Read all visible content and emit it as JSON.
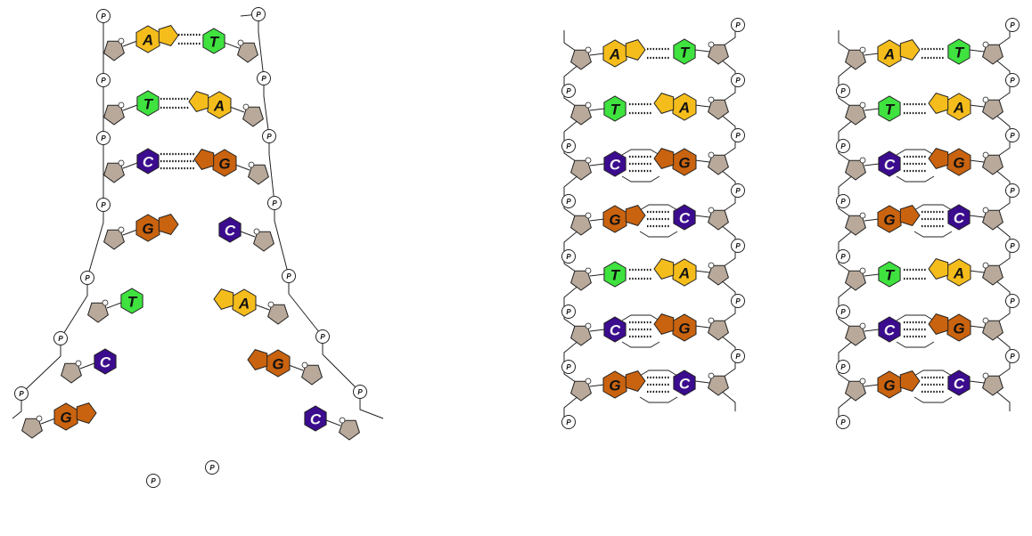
{
  "phosphate_label": "P",
  "colors": {
    "A": "#f5bd1c",
    "T": "#3fe23f",
    "G": "#c9630f",
    "C": "#3b0c8e",
    "sugar": "#b8a99b",
    "stroke": "#222222"
  },
  "diagrams": [
    {
      "name": "replication-fork",
      "pairs": [
        {
          "left": "A",
          "right": "T"
        },
        {
          "left": "T",
          "right": "A"
        },
        {
          "left": "C",
          "right": "G"
        },
        {
          "left": "G",
          "right": "C"
        },
        {
          "left": "T",
          "right": "A"
        },
        {
          "left": "C",
          "right": "G"
        },
        {
          "left": "G",
          "right": "C"
        }
      ]
    },
    {
      "name": "daughter-helix-1",
      "pairs": [
        {
          "left": "A",
          "right": "T"
        },
        {
          "left": "T",
          "right": "A"
        },
        {
          "left": "C",
          "right": "G"
        },
        {
          "left": "G",
          "right": "C"
        },
        {
          "left": "T",
          "right": "A"
        },
        {
          "left": "C",
          "right": "G"
        },
        {
          "left": "G",
          "right": "C"
        }
      ]
    },
    {
      "name": "daughter-helix-2",
      "pairs": [
        {
          "left": "A",
          "right": "T"
        },
        {
          "left": "T",
          "right": "A"
        },
        {
          "left": "C",
          "right": "G"
        },
        {
          "left": "G",
          "right": "C"
        },
        {
          "left": "T",
          "right": "A"
        },
        {
          "left": "C",
          "right": "G"
        },
        {
          "left": "G",
          "right": "C"
        }
      ]
    }
  ]
}
